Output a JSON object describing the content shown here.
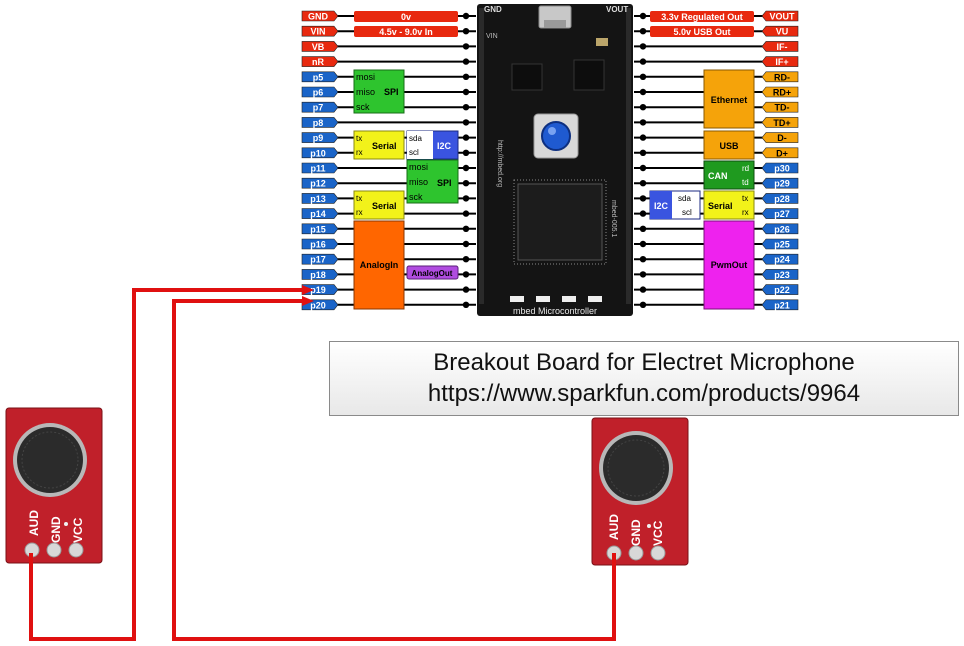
{
  "left_pins": [
    "GND",
    "VIN",
    "VB",
    "nR",
    "p5",
    "p6",
    "p7",
    "p8",
    "p9",
    "p10",
    "p11",
    "p12",
    "p13",
    "p14",
    "p15",
    "p16",
    "p17",
    "p18",
    "p19",
    "p20"
  ],
  "right_pins": [
    "VOUT",
    "VU",
    "IF-",
    "IF+",
    "RD-",
    "RD+",
    "TD-",
    "TD+",
    "D-",
    "D+",
    "p30",
    "p29",
    "p28",
    "p27",
    "p26",
    "p25",
    "p24",
    "p23",
    "p22",
    "p21"
  ],
  "power_labels": {
    "gnd": "0v",
    "vin": "4.5v - 9.0v In",
    "vout": "3.3v Regulated Out",
    "vu": "5.0v USB Out"
  },
  "function_labels": {
    "spi": "SPI",
    "mosi": "mosi",
    "miso": "miso",
    "sck": "sck",
    "serial": "Serial",
    "tx": "tx",
    "rx": "rx",
    "i2c": "I2C",
    "sda": "sda",
    "scl": "scl",
    "analog_in": "AnalogIn",
    "analog_out": "AnalogOut",
    "ethernet": "Ethernet",
    "usb": "USB",
    "can": "CAN",
    "rd": "rd",
    "td": "td",
    "pwm_out": "PwmOut"
  },
  "board": {
    "header_gnd": "GND",
    "header_vout": "VOUT",
    "vin": "VIN",
    "url": "http://mbed.org",
    "id": "mbed-005.1",
    "name": "mbed Microcontroller"
  },
  "caption": {
    "line1": "Breakout Board for Electret Microphone",
    "line2": "https://www.sparkfun.com/products/9964"
  },
  "mic_labels": [
    "AUD",
    "GND",
    "VCC"
  ],
  "colors": {
    "wire": "#e01010",
    "power": "#e8290f",
    "pin": "#1a64c8",
    "spi": "#2ec42e",
    "serial": "#f2f21a",
    "i2c": "#3a54e0",
    "analog": "#ff6600",
    "analog_out": "#b04ce0",
    "ethernet": "#f5a30a",
    "can": "#1f9a1f",
    "pwm": "#ee22ee",
    "board": "#141414",
    "mic_board": "#c0202a"
  }
}
